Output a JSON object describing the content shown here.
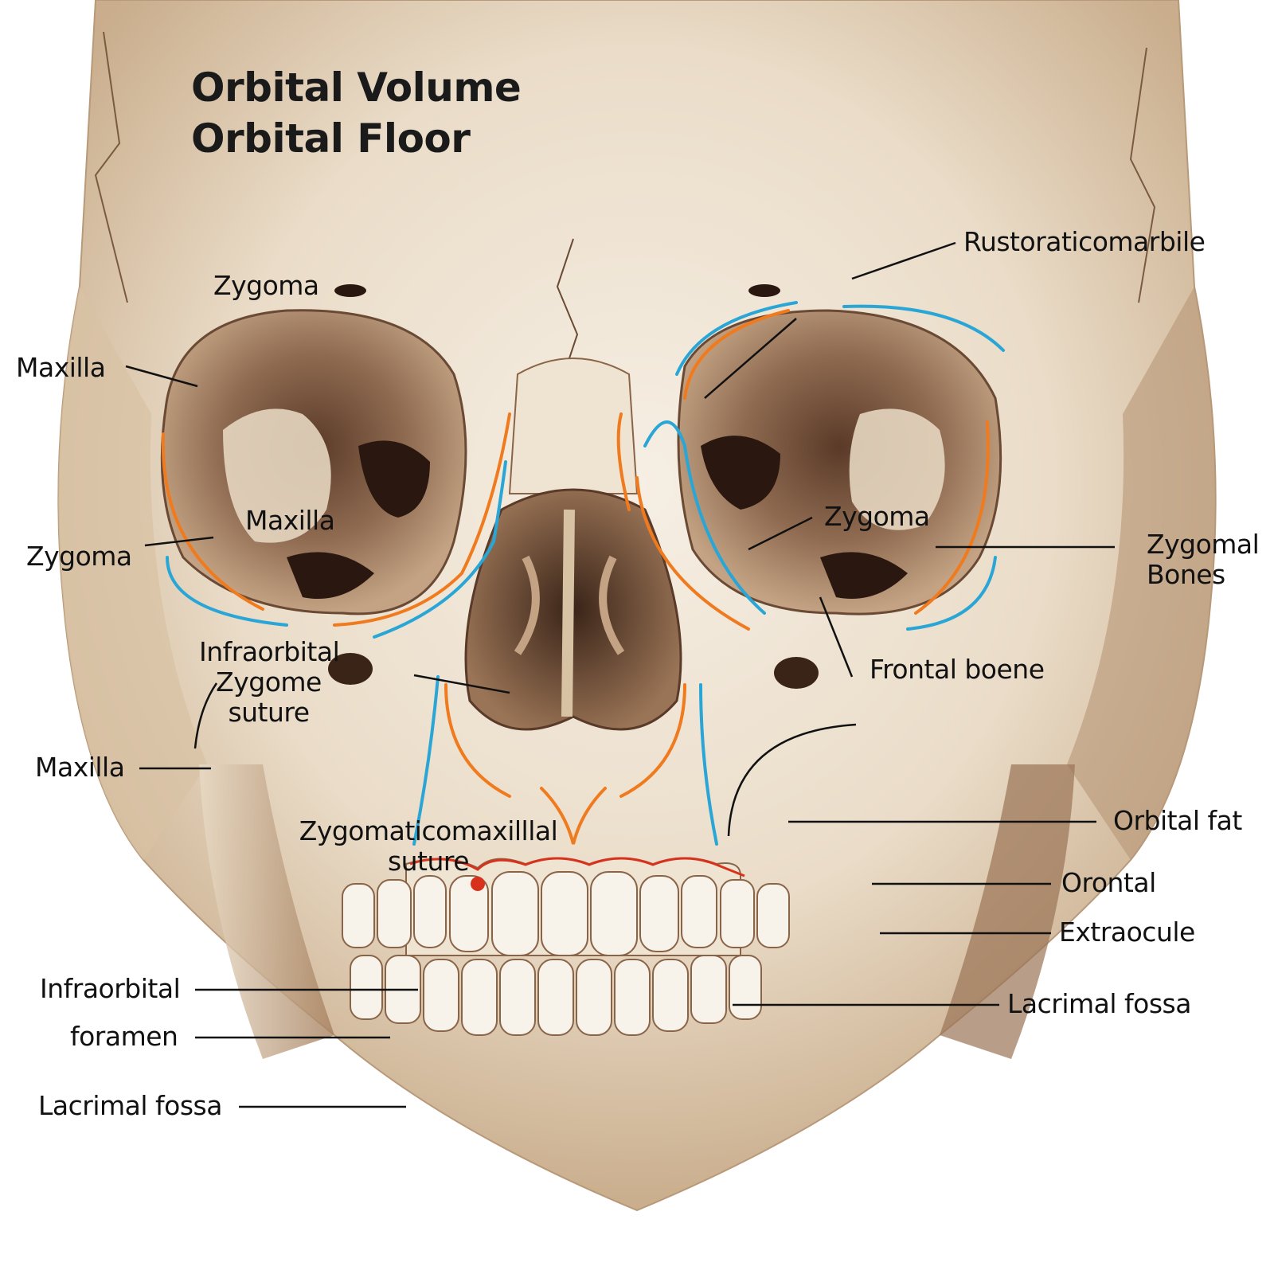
{
  "title": {
    "line1": "Orbital Volume",
    "line2": "Orbital Floor"
  },
  "colors": {
    "bone_light": "#f2e9dc",
    "bone_mid": "#d9c4a8",
    "bone_shadow": "#8a6448",
    "orbit_dark": "#3a2418",
    "accent_orange": "#f07a1e",
    "accent_blue": "#2aa6d6",
    "accent_red": "#d8321c",
    "leader_line": "#111111"
  },
  "labels": {
    "zygoma_top": "Zygoma",
    "maxilla_left_upper": "Maxilla",
    "maxilla_orbit_inner": "Maxilla",
    "zygoma_left_mid": "Zygoma",
    "infraorbital_zygome_suture": {
      "line1": "Infraorbital",
      "line2": "Zygome",
      "line3": "suture"
    },
    "maxilla_left_lower": "Maxilla",
    "zygomaticomaxillary_suture": {
      "line1": "Zygomaticomaxilllal",
      "line2": "suture"
    },
    "infraorbital_foramen": {
      "line1": "Infraorbital",
      "line2": "foramen"
    },
    "lacrimal_fossa_left": "Lacrimal fossa",
    "rustoraticomarbile": "Rustoraticomarbile",
    "zygoma_right_orbit": "Zygoma",
    "zygomal_bones": {
      "line1": "Zygomal",
      "line2": "Bones"
    },
    "frontal_boene": "Frontal boene",
    "orbital_fat": "Orbital fat",
    "orontal": "Orontal",
    "extraocule": "Extraocule",
    "lacrimal_fossa_right": "Lacrimal fossa"
  }
}
